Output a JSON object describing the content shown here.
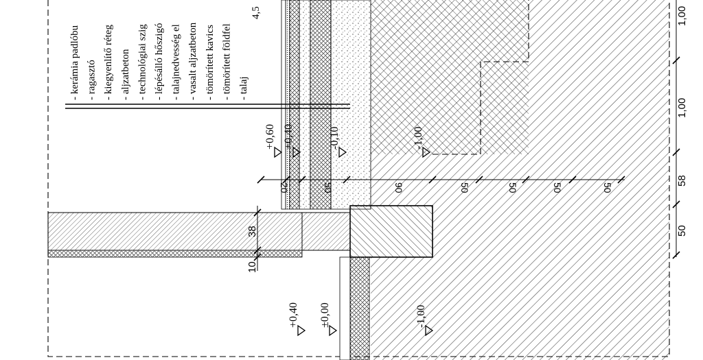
{
  "layer_labels": [
    "- kerámia padlóbu",
    "- ragasztó",
    "- kiegyenlítő réteg",
    "- aljzatbeton",
    "- technológiai szig",
    "- lépésálló hőszigó",
    "- talajnedvesség el",
    "- vasalt aljzatbeton",
    "- tömörített kavics",
    "- tömörített földfel",
    "- talaj"
  ],
  "layer_thickness_partial": "4,5",
  "levels_upper": [
    "+0,60",
    "+0,40",
    "-0,10",
    "-1,00"
  ],
  "levels_lower": [
    "+0,40",
    "±0,00",
    "-1,00"
  ],
  "dims_horizontal": [
    "20",
    "50",
    "90",
    "50",
    "50",
    "50",
    "50"
  ],
  "dims_wall": [
    "38",
    "10"
  ],
  "dims_right": [
    "1,00",
    "1,00",
    "58",
    "50"
  ],
  "colors": {
    "line": "#000000",
    "background": "#ffffff"
  }
}
